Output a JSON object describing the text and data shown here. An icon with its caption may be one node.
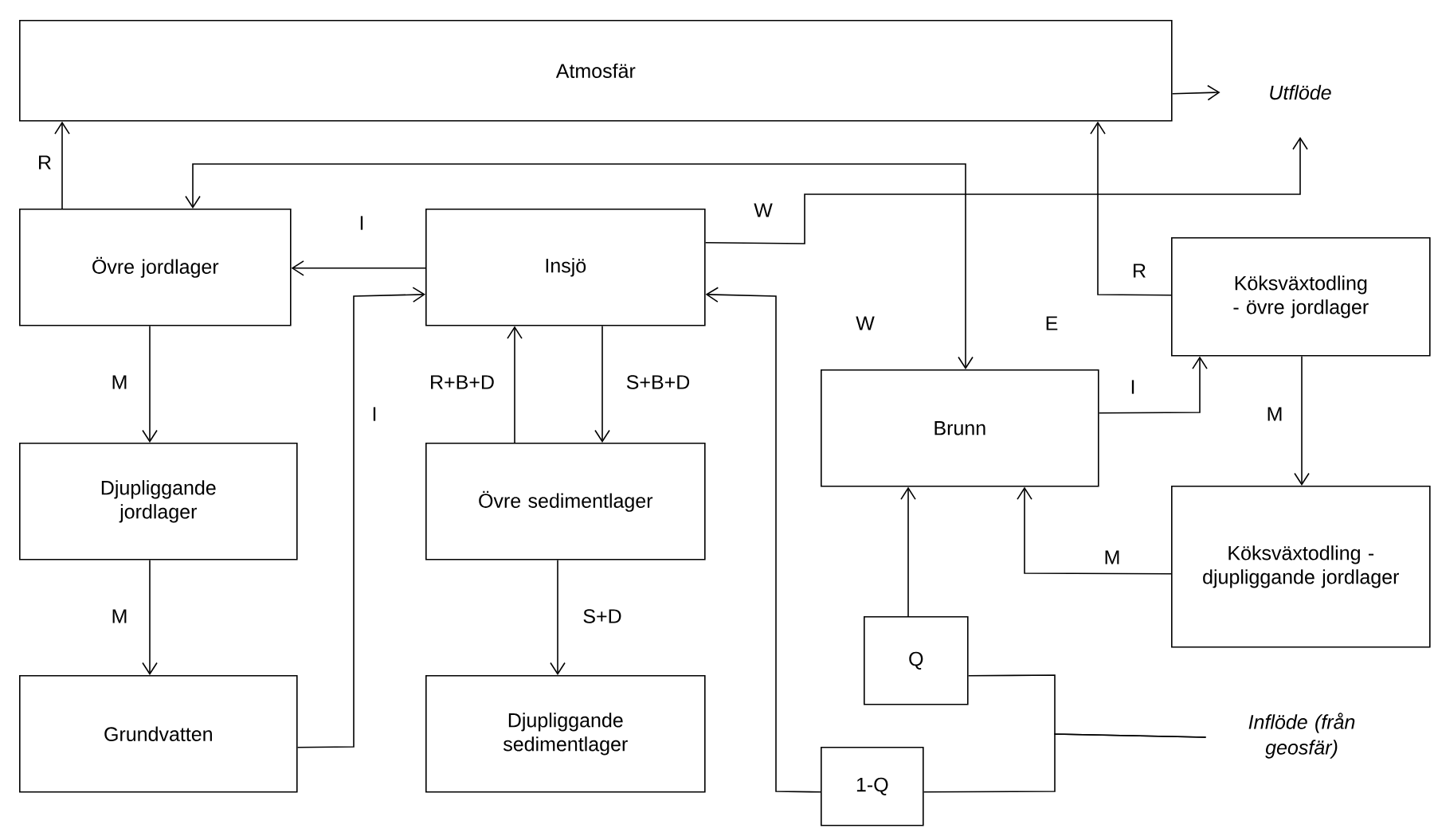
{
  "diagram": {
    "nodes": [
      {
        "text": [
          "Atmosfär"
        ]
      },
      {
        "text": [
          "Utflöde"
        ]
      },
      {
        "text": [
          "Övre jordlager"
        ]
      },
      {
        "text": [
          "Insjö"
        ]
      },
      {
        "text": [
          "Köksväxtodling - övre jordlager"
        ]
      },
      {
        "text": [
          "Brunn"
        ]
      },
      {
        "text": [
          "Djupliggande jordlager"
        ]
      },
      {
        "text": [
          "Övre sedimentlager"
        ]
      },
      {
        "text": [
          "Köksväxtodling - djupliggande jordlager"
        ]
      },
      {
        "text": [
          "Q"
        ]
      },
      {
        "text": [
          "Grundvatten"
        ]
      },
      {
        "text": [
          "Djupliggande sedimentlager"
        ]
      },
      {
        "text": [
          "Inflöde (från geosfär)"
        ]
      },
      {
        "text": [
          "1-Q"
        ]
      }
    ],
    "edges": [
      {
        "from": 2,
        "to": 0,
        "arrow": "to",
        "label": "R"
      },
      {
        "from": 0,
        "to": 1,
        "arrow": "to"
      },
      {
        "from": 3,
        "to": 2,
        "arrow": "to",
        "label": "I"
      },
      {
        "from": 3,
        "to": 1,
        "arrow": "to",
        "label": "W"
      },
      {
        "from": 2,
        "to": 5,
        "arrow": "both"
      },
      {
        "from": 4,
        "to": 0,
        "arrow": "to",
        "label": "R"
      },
      {
        "from": 5,
        "to": 4,
        "arrow": "to",
        "label": "I"
      },
      {
        "from": 2,
        "to": 6,
        "arrow": "to",
        "label": "M"
      },
      {
        "from": 7,
        "to": 3,
        "arrow": "to",
        "label": "R+B+D"
      },
      {
        "from": 3,
        "to": 7,
        "arrow": "to",
        "label": "S+B+D"
      },
      {
        "from": 4,
        "to": 8,
        "arrow": "to",
        "label": "M"
      },
      {
        "from": 8,
        "to": 5,
        "arrow": "to",
        "label": "M"
      },
      {
        "from": 6,
        "to": 10,
        "arrow": "to",
        "label": "M"
      },
      {
        "from": 7,
        "to": 11,
        "arrow": "to",
        "label": "S+D"
      },
      {
        "from": 9,
        "to": 5,
        "arrow": "to"
      },
      {
        "from": 10,
        "to": 3,
        "arrow": "to",
        "label": "I"
      },
      {
        "from": 12,
        "to": 9,
        "arrow": "none"
      },
      {
        "from": 12,
        "to": 13,
        "arrow": "none"
      },
      {
        "from": 13,
        "to": 3,
        "arrow": "to"
      }
    ],
    "labels": [
      "W",
      "E"
    ]
  }
}
